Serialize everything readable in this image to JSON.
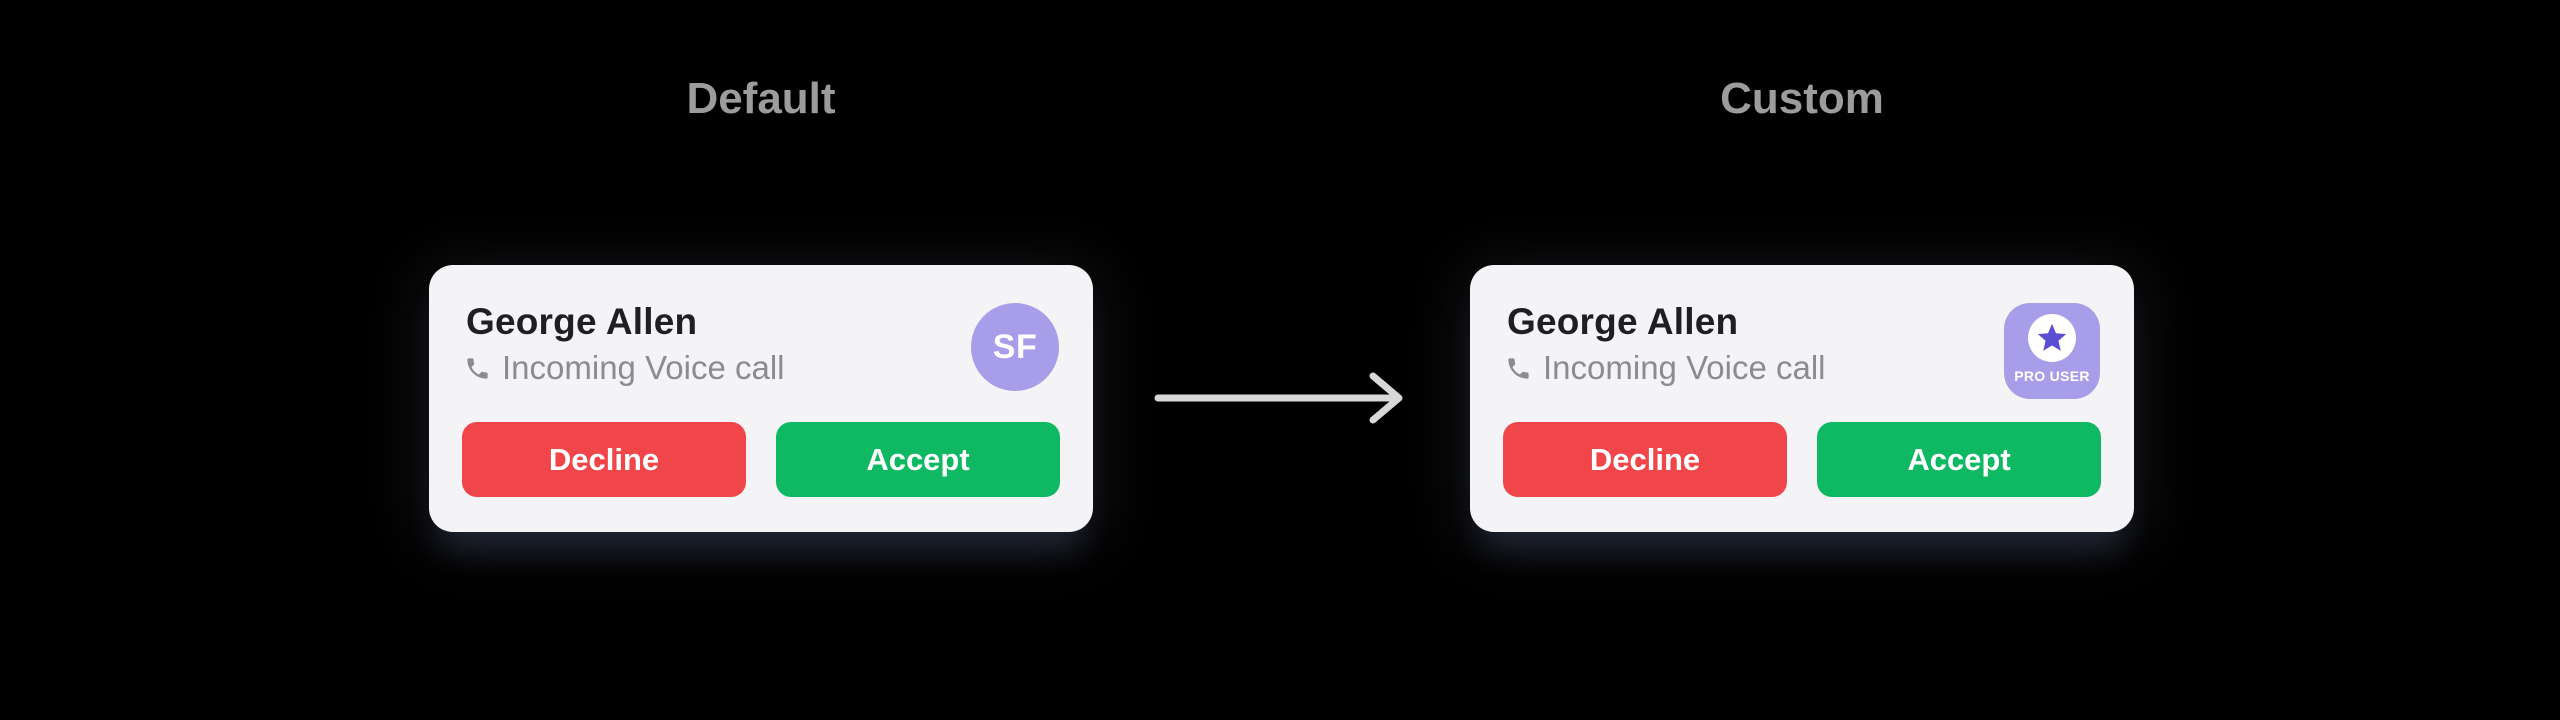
{
  "sections": {
    "default": {
      "label": "Default",
      "card": {
        "caller_name": "George Allen",
        "call_type": "Incoming Voice call",
        "avatar_initials": "SF",
        "decline_label": "Decline",
        "accept_label": "Accept"
      }
    },
    "custom": {
      "label": "Custom",
      "card": {
        "caller_name": "George Allen",
        "call_type": "Incoming Voice call",
        "badge_label": "PRO USER",
        "decline_label": "Decline",
        "accept_label": "Accept"
      }
    }
  },
  "icons": {
    "phone": "phone-icon",
    "star": "star-icon",
    "arrow": "arrow-right-icon"
  },
  "colors": {
    "background": "#000000",
    "card-bg": "#f4f4f6",
    "title": "#1e1f23",
    "muted": "#8c8c8e",
    "section-label": "#9c9c9e",
    "decline": "#f04649",
    "accept": "#0fb863",
    "purple": "#a89de8",
    "purple-deep": "#5b4ed2",
    "arrow": "#d8d8d8"
  }
}
